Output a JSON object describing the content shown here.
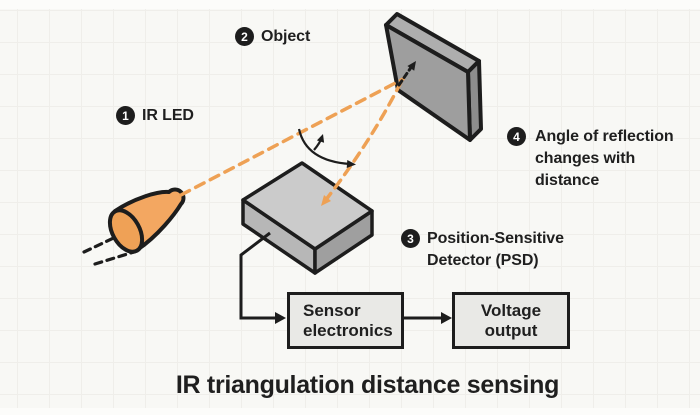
{
  "title": "IR triangulation distance sensing",
  "callouts": [
    {
      "num": "1",
      "label": "IR LED"
    },
    {
      "num": "2",
      "label": "Object"
    },
    {
      "num": "3",
      "label": "Position-Sensitive\nDetector (PSD)"
    },
    {
      "num": "4",
      "label": "Angle of reflection\nchanges with\ndistance"
    }
  ],
  "flow_boxes": {
    "sensor": "Sensor\nelectronics",
    "voltage": "Voltage\noutput"
  },
  "shapes": {
    "ir_led_cone": "orange cone-shaped IR LED emitter",
    "led_leads": "two dashed black LED legs",
    "ir_beam": "orange dashed ray from LED to object",
    "reflected_beam": "orange dashed ray from object down to PSD",
    "object_panel": "tilted gray slab (reflecting object)",
    "psd_chip": "gray 3D box (position-sensitive detector)",
    "angle_arc": "curved arrow marking the reflection angle",
    "surface_arrow": "black dashed arrow at the reflection point",
    "psd_connector": "elbow line with arrow from PSD to sensor electronics",
    "flow_arrow": "arrow from sensor electronics to voltage output"
  },
  "colors": {
    "ink": "#1d1d1d",
    "text": "#1f1f1f",
    "orange": "#eea155",
    "cone": "#f3a761",
    "coneOpen": "#efa156",
    "panelFront": "#9e9e9e",
    "panelTop": "#aeaeae",
    "panelSide": "#8d8d8d",
    "psdTop": "#cbcbcb",
    "psdLeft": "#b7b7b7",
    "psdRight": "#9f9f9f",
    "boxFill": "#e9e9e6",
    "bg": "#f8f8f5",
    "grid": "#efeeea",
    "stripe": "#fcfcfa"
  }
}
